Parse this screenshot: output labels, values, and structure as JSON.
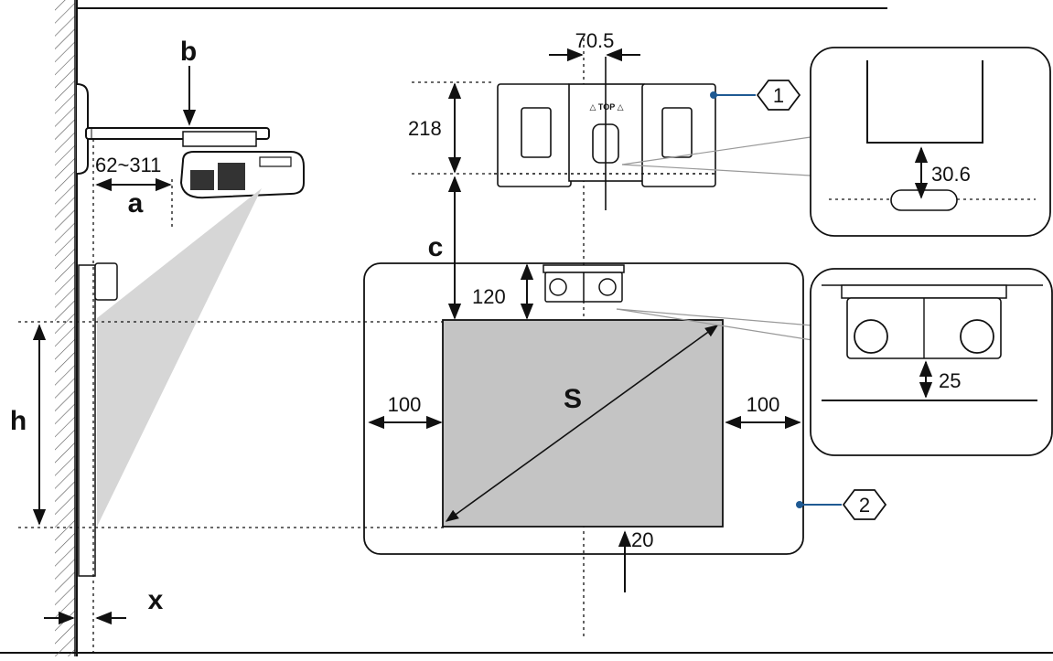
{
  "labels": {
    "a": "a",
    "b": "b",
    "c": "c",
    "h": "h",
    "x": "x",
    "s": "S",
    "range_a": "62~311",
    "dim_70_5": "70.5",
    "dim_218": "218",
    "dim_120": "120",
    "dim_100_left": "100",
    "dim_100_right": "100",
    "dim_20": "20",
    "dim_30_6": "30.6",
    "dim_25": "25",
    "top_mark": "△ TOP △"
  },
  "callouts": [
    {
      "number": "1"
    },
    {
      "number": "2"
    }
  ],
  "colors": {
    "ink": "#111111",
    "screen": "#c4c4c4",
    "beam": "#d6d6d6",
    "callout_dot": "#1f5a93"
  }
}
